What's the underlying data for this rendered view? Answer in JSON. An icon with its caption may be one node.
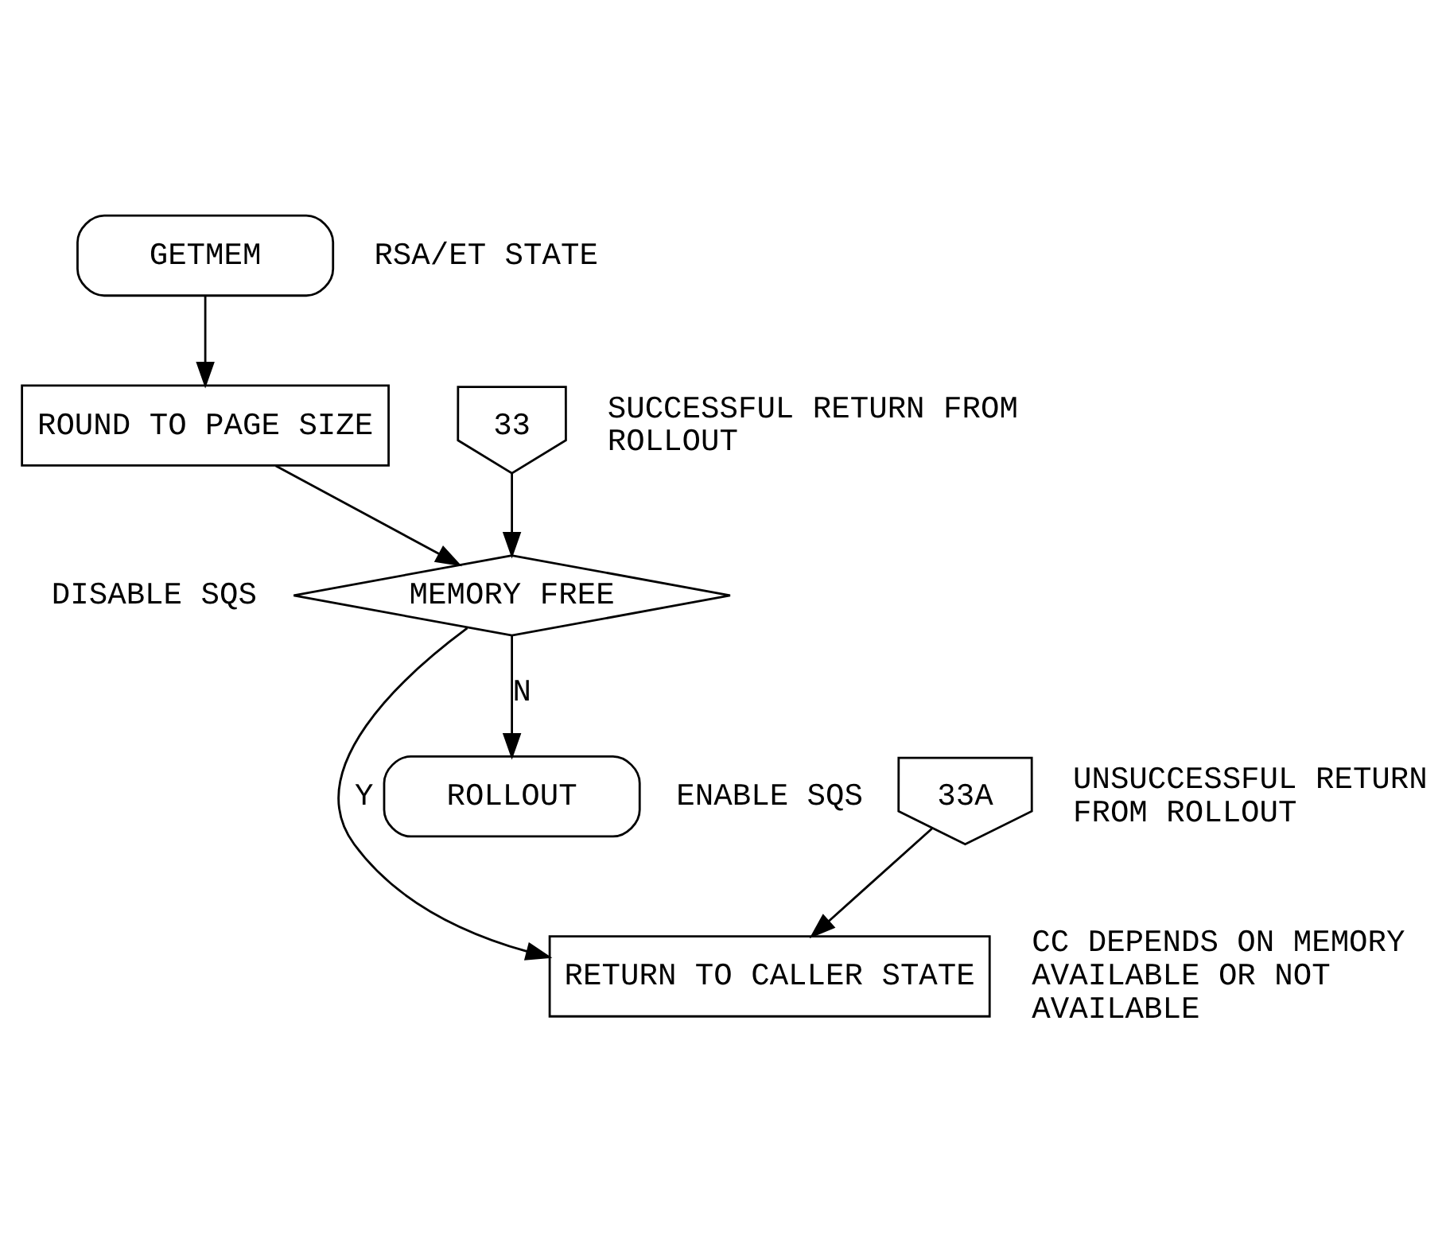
{
  "diagram": {
    "nodes": [
      {
        "text": [
          "GETMEM"
        ],
        "beside": [
          "RSA/ET STATE"
        ]
      },
      {
        "text": [
          "ROUND TO PAGE SIZE"
        ]
      },
      {
        "text": [
          "33"
        ],
        "beside": [
          "SUCCESSFUL RETURN FROM ROLLOUT"
        ]
      },
      {
        "text": [
          "MEMORY FREE"
        ]
      },
      {
        "text": [
          "33A"
        ],
        "beside": [
          "UNSUCCESSFUL RETURN FROM ROLLOUT"
        ]
      },
      {
        "text": [
          "RETURN TO CALLER STATE"
        ],
        "beside": [
          "CC DEPENDS ON MEMORY AVAILABLE OR NOT AVAILABLE"
        ]
      },
      {
        "text": [
          "ROLLOUT"
        ]
      }
    ],
    "edges": [
      {
        "from": 0,
        "to": 1,
        "arrow": "to"
      },
      {
        "from": 1,
        "to": 3,
        "arrow": "to"
      },
      {
        "from": 2,
        "to": 3,
        "arrow": "to"
      },
      {
        "from": 3,
        "to": 5,
        "arrow": "to",
        "label": "Y"
      },
      {
        "from": 4,
        "to": 5,
        "arrow": "to"
      },
      {
        "from": 3,
        "to": 6,
        "arrow": "to",
        "label": "N"
      }
    ],
    "labels": [
      "DISABLE SQS",
      "ENABLE SQS"
    ]
  }
}
